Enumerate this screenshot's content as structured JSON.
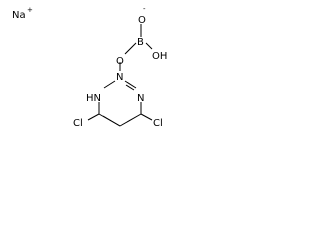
{
  "molecule": {
    "counter_ion": {
      "symbol": "Na",
      "charge": "+"
    },
    "atoms": {
      "oxide": {
        "symbol": "O",
        "charge": "-"
      },
      "boron": {
        "symbol": "B"
      },
      "hydroxyl": {
        "symbol": "OH"
      },
      "ring_oxygen": {
        "symbol": "O"
      },
      "n2": {
        "symbol": "N"
      },
      "n1": {
        "symbol": "HN"
      },
      "n3": {
        "symbol": "N"
      },
      "cl_left": {
        "symbol": "Cl"
      },
      "cl_right": {
        "symbol": "Cl"
      }
    }
  }
}
